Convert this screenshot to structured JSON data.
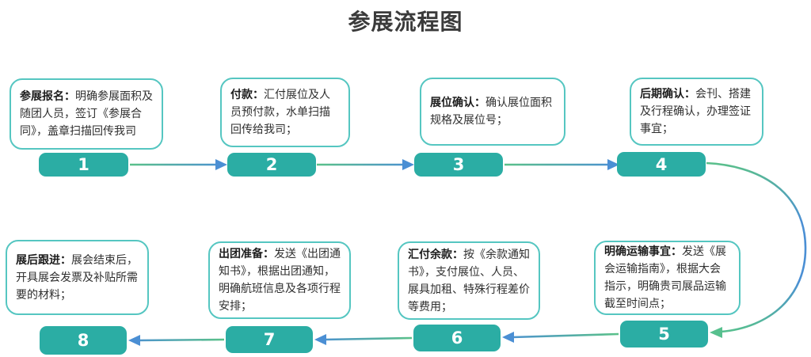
{
  "title": "参展流程图",
  "colors": {
    "step_box_fill": "#2bada4",
    "card_border": "#55c6c1",
    "arrow_green": "#5bc189",
    "arrow_blue": "#4b8fd4",
    "title_text": "#3b3b3b",
    "body_text": "#2f2f2f"
  },
  "steps": [
    {
      "number": "1",
      "label": "参展报名：",
      "desc": "明确参展面积及随团人员，签订《参展合同》，盖章扫描回传我司"
    },
    {
      "number": "2",
      "label": "付款：",
      "desc": "汇付展位及人员预付款，水单扫描回传给我司；"
    },
    {
      "number": "3",
      "label": "展位确认：",
      "desc": "确认展位面积规格及展位号；"
    },
    {
      "number": "4",
      "label": "后期确认：",
      "desc": "会刊、搭建及行程确认，办理签证事宜；"
    },
    {
      "number": "5",
      "label": "明确运输事宜：",
      "desc": "发送《展会运输指南》，根据大会指示，明确贵司展品运输截至时间点；"
    },
    {
      "number": "6",
      "label": "汇付余款：",
      "desc": "按《余款通知书》，支付展位、人员、展具加租、特殊行程差价等费用；"
    },
    {
      "number": "7",
      "label": "出团准备：",
      "desc": "发送《出团通知书》，根据出团通知，明确航班信息及各项行程安排；"
    },
    {
      "number": "8",
      "label": "展后跟进：",
      "desc": "展会结束后，开具展会发票及补贴所需要的材料；"
    }
  ]
}
